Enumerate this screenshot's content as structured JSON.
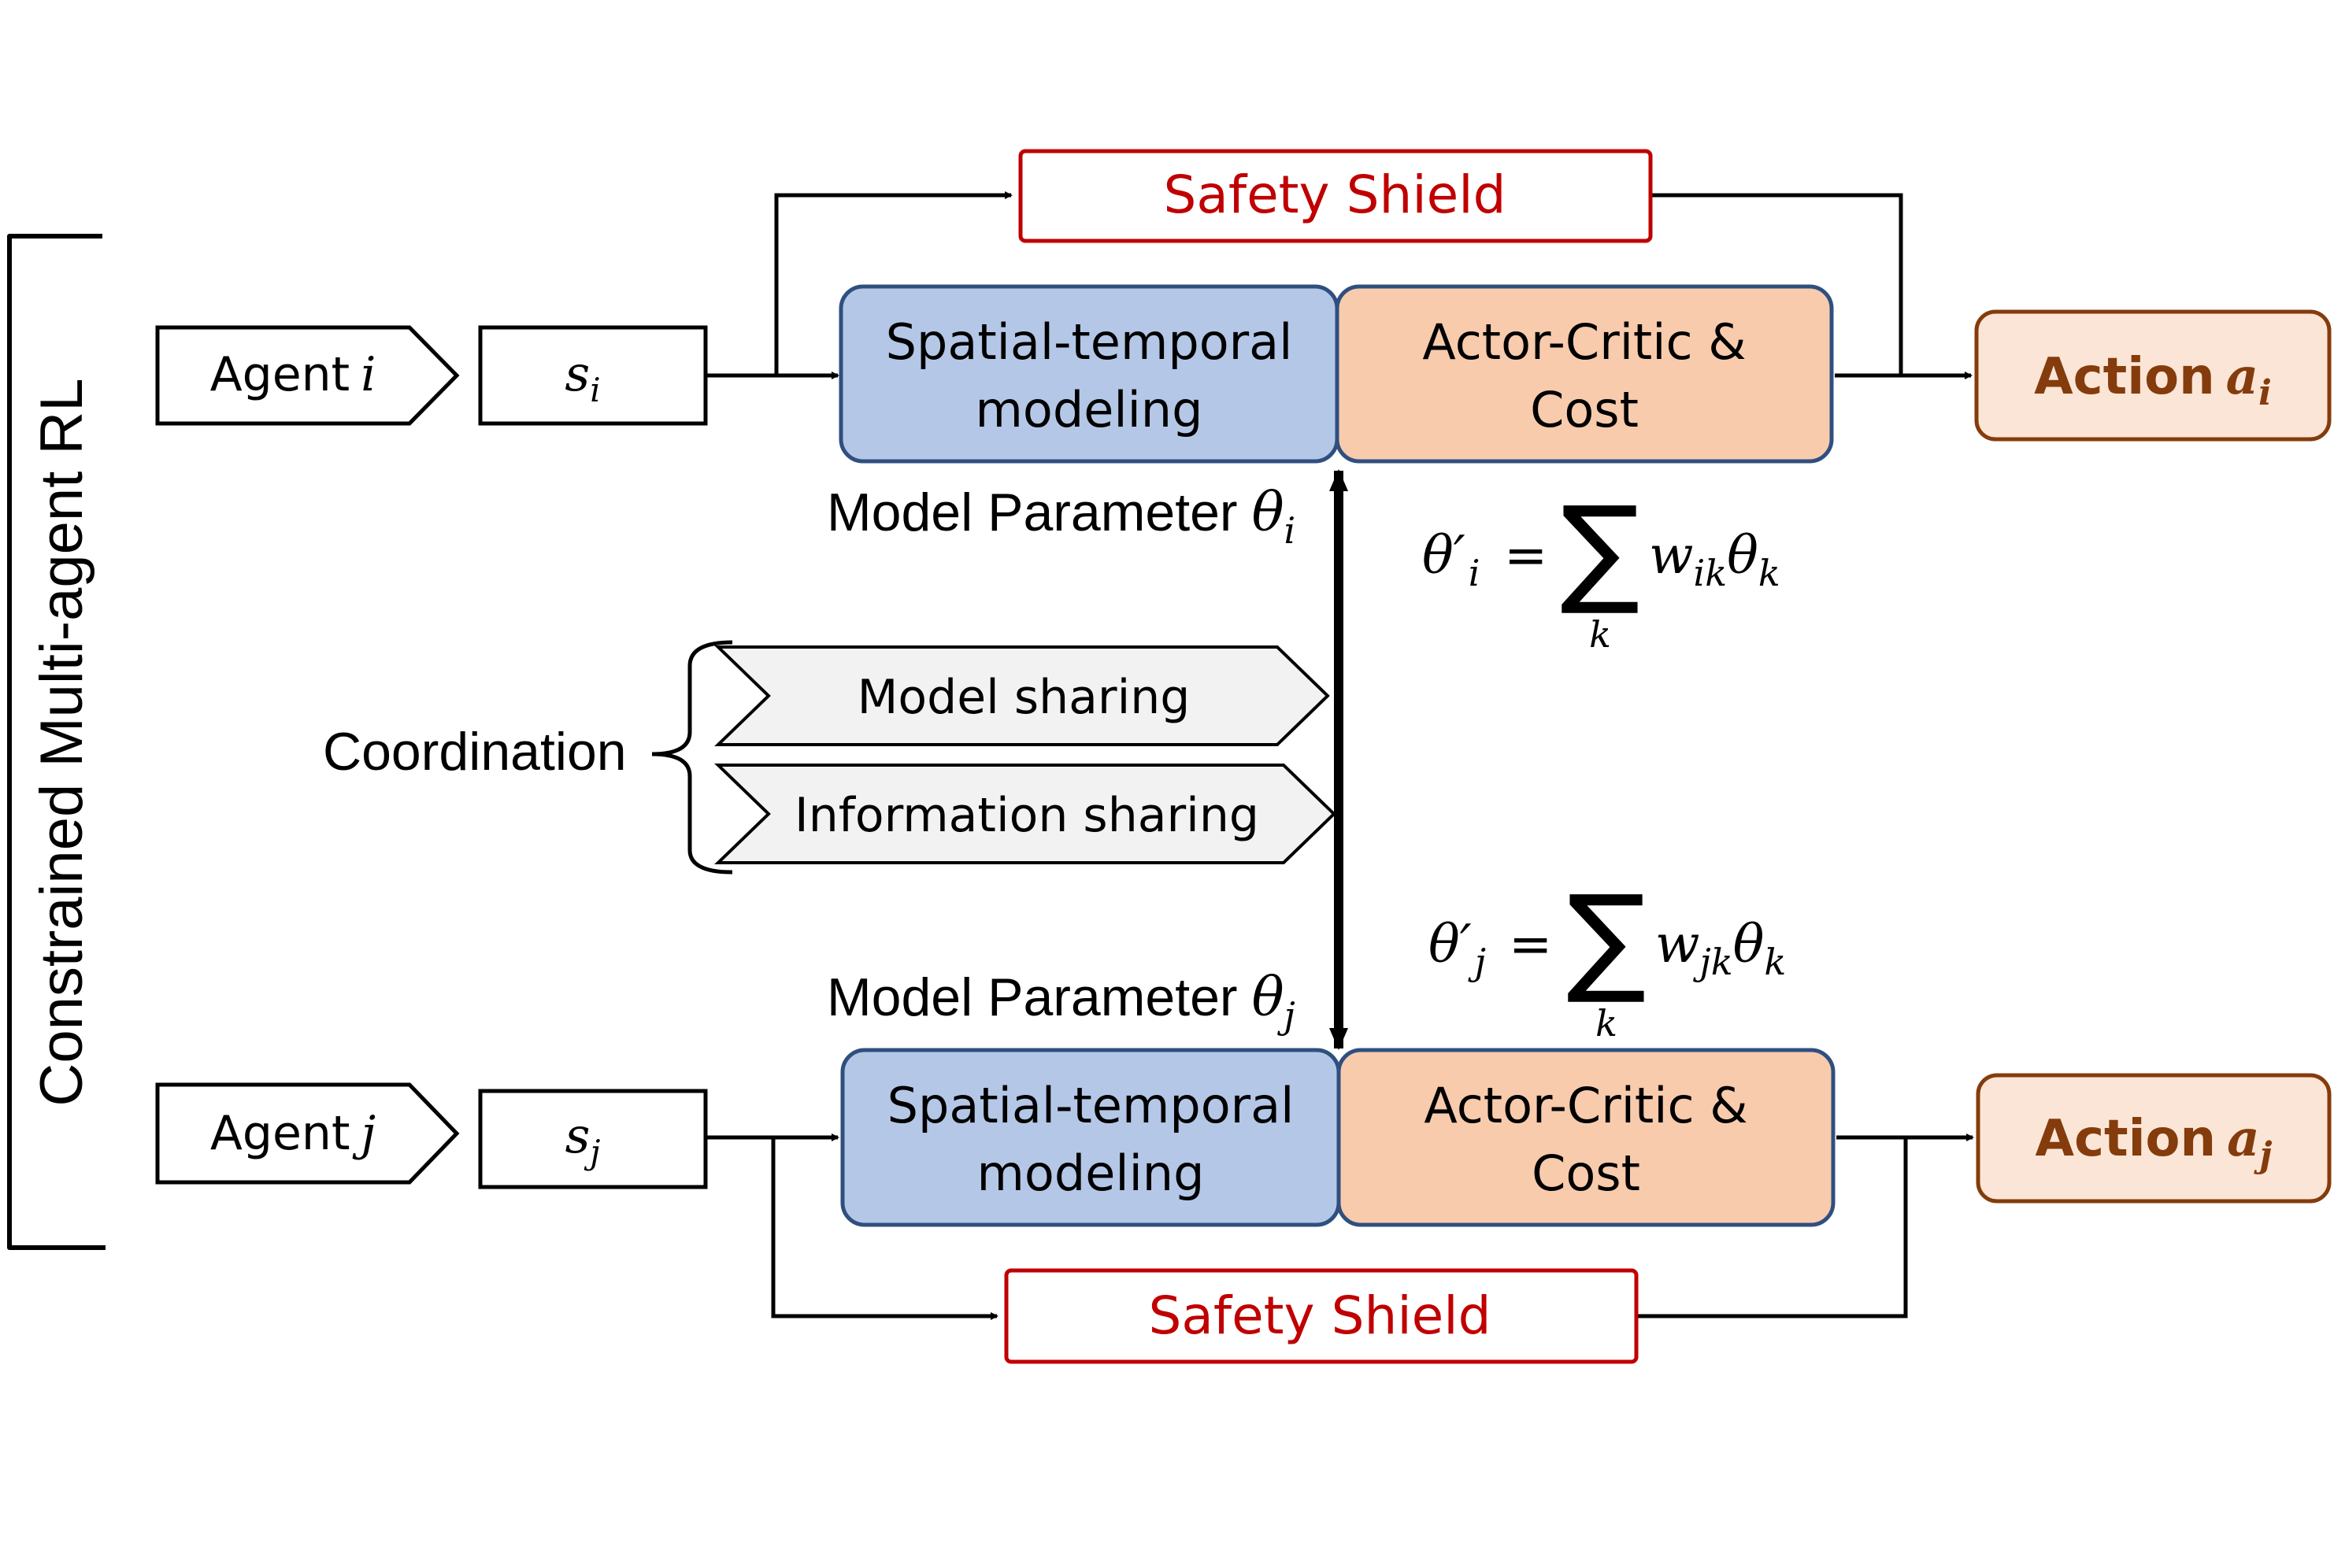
{
  "side_label": "Constrained Multi-agent RL",
  "colors": {
    "shield": "#c00000",
    "spatial_fill": "#b4c7e7",
    "spatial_stroke": "#2f4f7f",
    "actor_fill": "#f8cbad",
    "action_fill": "#fbe5d6",
    "action_stroke": "#843c0c",
    "chevron_fill": "#f2f2f2"
  },
  "agent_i": {
    "agent_prefix": "Agent",
    "agent_var": "i",
    "state_base": "s",
    "state_sub": "i",
    "shield": "Safety Shield",
    "spatial_line1": "Spatial-temporal",
    "spatial_line2": "modeling",
    "actor_line1": "Actor-Critic &",
    "actor_line2": "Cost",
    "action_prefix": "Action",
    "action_base": "a",
    "action_sub": "i",
    "param_label": "Model Parameter",
    "param_base": "θ",
    "param_sub": "i",
    "formula": {
      "lhs": "θ′",
      "lhs_sub": "i",
      "eq": "=",
      "sum": "∑",
      "sum_index": "k",
      "w": "w",
      "w_sub": "ik",
      "theta": "θ",
      "theta_sub": "k"
    }
  },
  "agent_j": {
    "agent_prefix": "Agent",
    "agent_var": "j",
    "state_base": "s",
    "state_sub": "j",
    "shield": "Safety Shield",
    "spatial_line1": "Spatial-temporal",
    "spatial_line2": "modeling",
    "actor_line1": "Actor-Critic &",
    "actor_line2": "Cost",
    "action_prefix": "Action",
    "action_base": "a",
    "action_sub": "j",
    "param_label": "Model Parameter",
    "param_base": "θ",
    "param_sub": "j",
    "formula": {
      "lhs": "θ′",
      "lhs_sub": "j",
      "eq": "=",
      "sum": "∑",
      "sum_index": "k",
      "w": "w",
      "w_sub": "jk",
      "theta": "θ",
      "theta_sub": "k"
    }
  },
  "coordination": {
    "label": "Coordination",
    "items": [
      "Model sharing",
      "Information sharing"
    ]
  }
}
